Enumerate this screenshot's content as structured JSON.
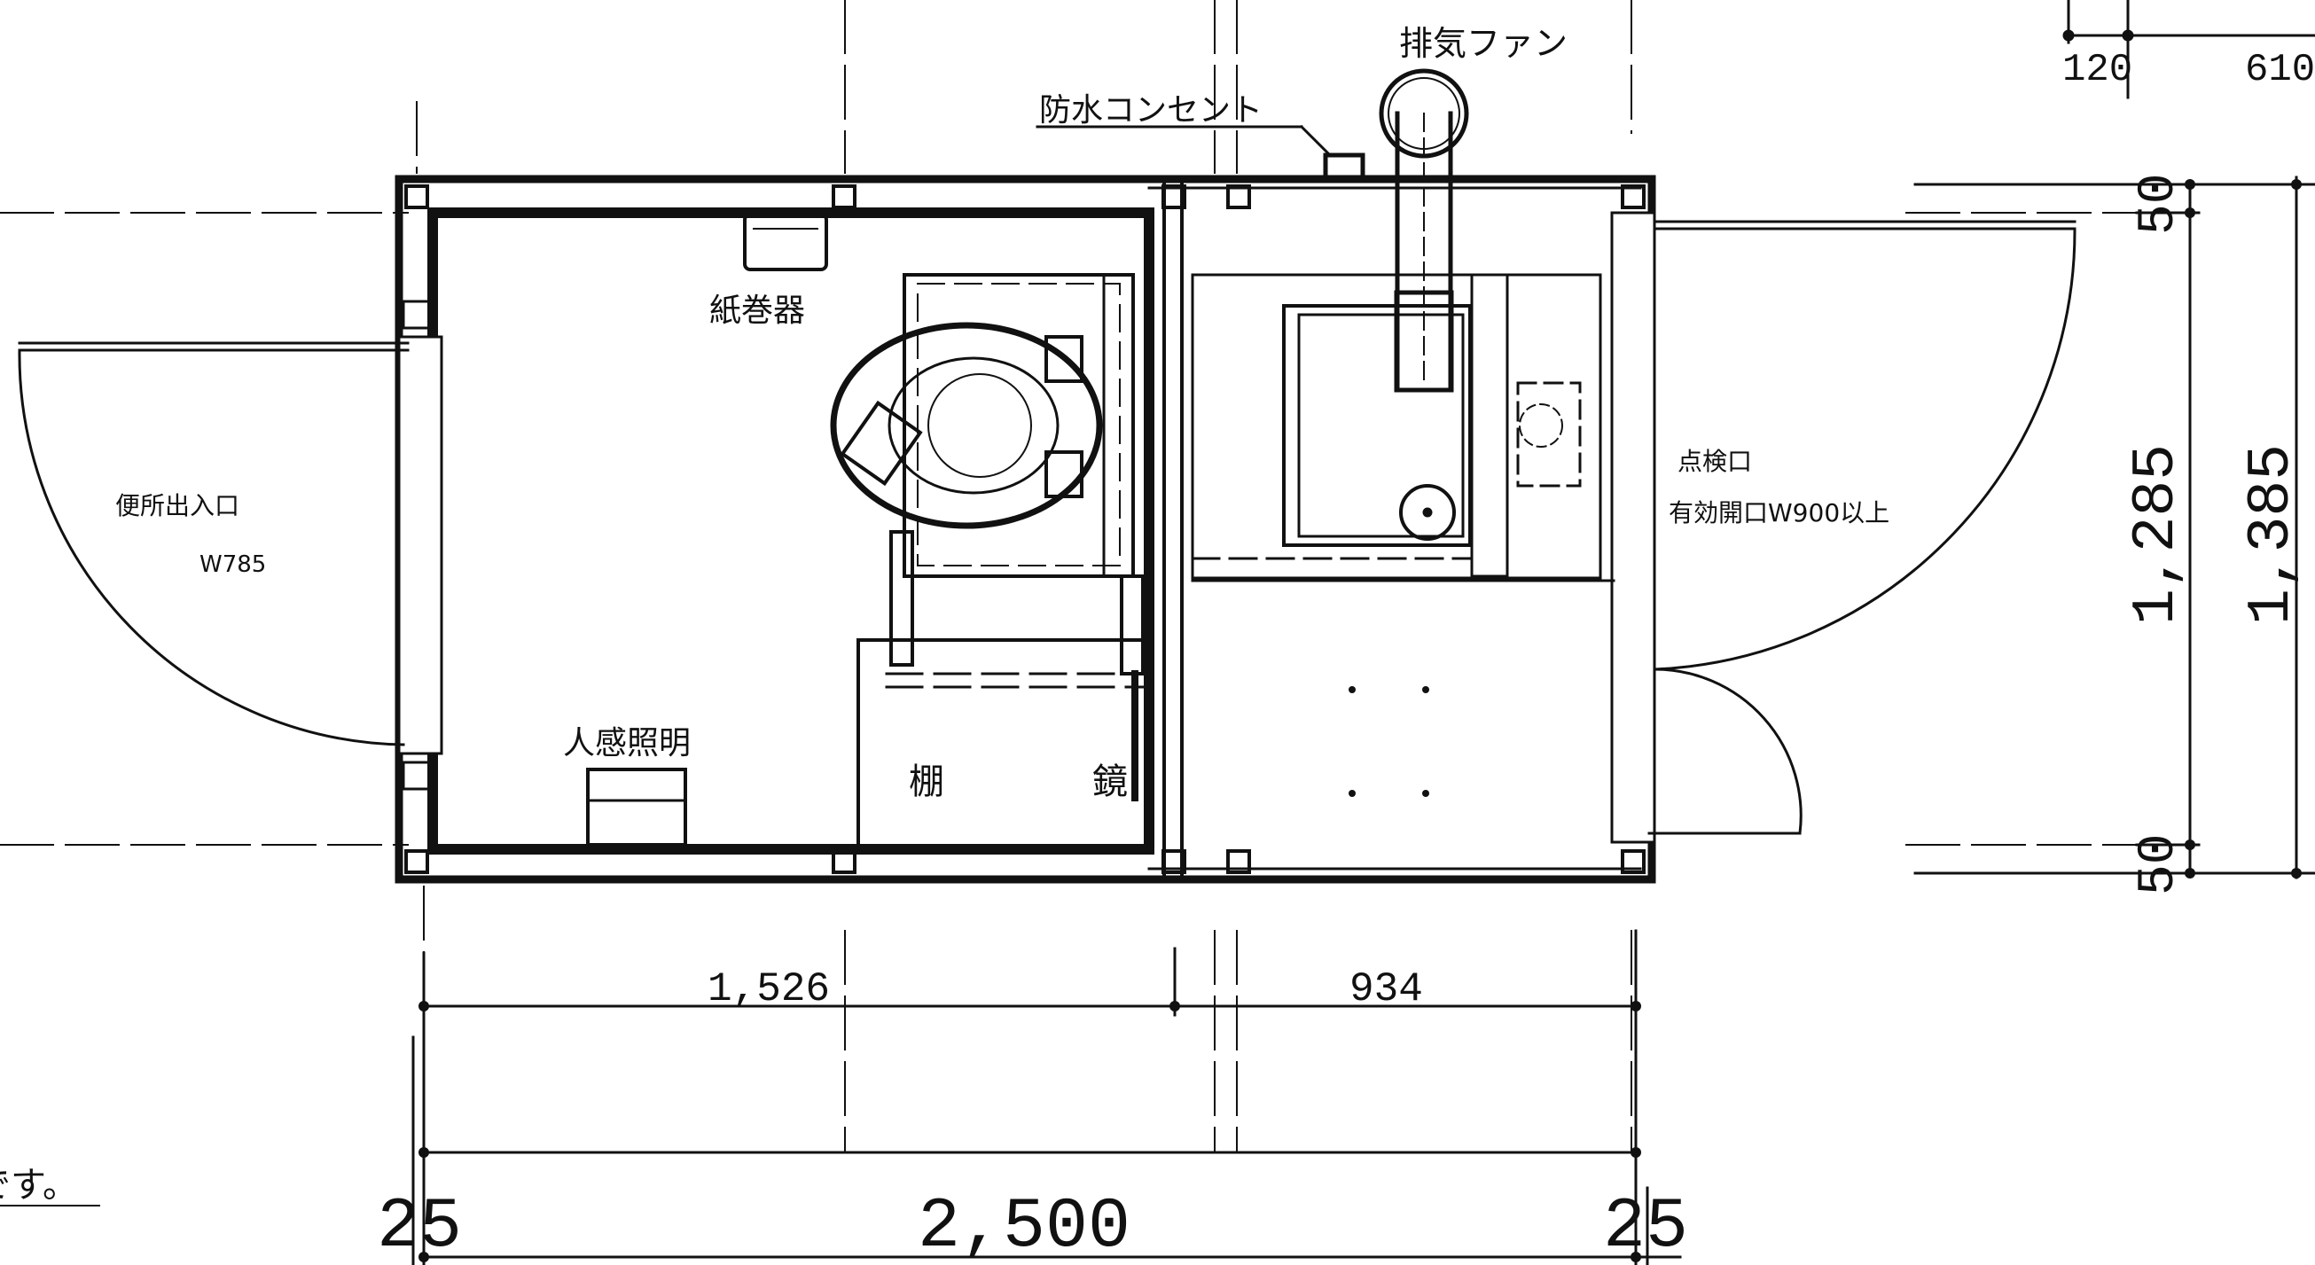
{
  "labels": {
    "exhaust_fan": "排気ファン",
    "waterproof_outlet": "防水コンセント",
    "paper_holder": "紙巻器",
    "toilet_entrance": "便所出入口",
    "entrance_width": "W785",
    "motion_light": "人感照明",
    "shelf": "棚",
    "mirror": "鏡",
    "inspection_port": "点検口",
    "inspection_opening": "有効開口W900以上",
    "footer_fragment": "です。"
  },
  "dimensions": {
    "top_left": "120",
    "top_right": "610",
    "bottom_left_inner": "1,526",
    "bottom_right_inner": "934",
    "overall_width": "2,500",
    "edge_left": "25",
    "edge_right": "25",
    "right_top": "50",
    "right_bottom": "50",
    "inner_height": "1,285",
    "overall_height": "1,385"
  },
  "colors": {
    "line": "#111111",
    "background": "#ffffff"
  }
}
